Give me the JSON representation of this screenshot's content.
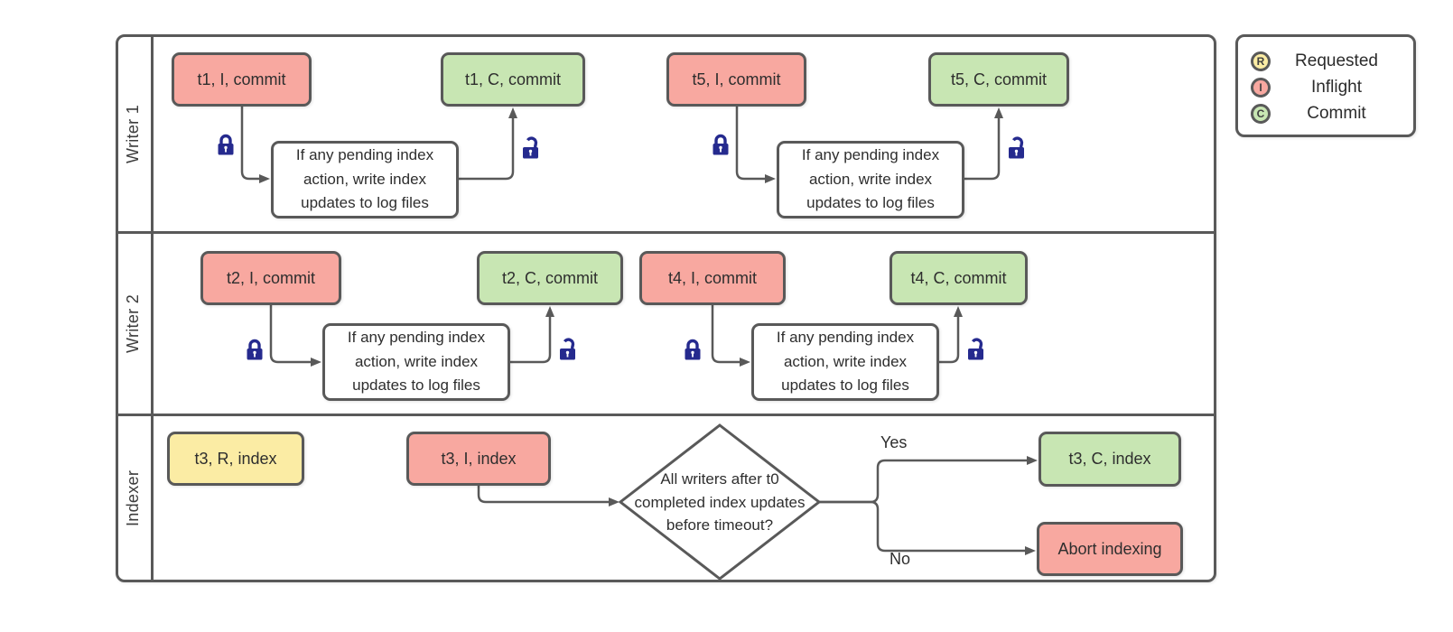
{
  "colors": {
    "line": "#595959",
    "text": "#333333",
    "lock": "#252a8e",
    "inflight": "#f8a8a0",
    "commit": "#c8e6b3",
    "requested": "#fbeca4"
  },
  "lanes": {
    "writer1": "Writer 1",
    "writer2": "Writer 2",
    "indexer": "Indexer"
  },
  "process_note": "If any pending index action, write index updates to log files",
  "nodes": {
    "t1_inflight": "t1, I, commit",
    "t1_commit": "t1, C, commit",
    "t5_inflight": "t5, I, commit",
    "t5_commit": "t5, C, commit",
    "t2_inflight": "t2, I, commit",
    "t2_commit": "t2, C, commit",
    "t4_inflight": "t4, I, commit",
    "t4_commit": "t4, C, commit",
    "t3_requested": "t3, R, index",
    "t3_inflight": "t3, I, index",
    "t3_commit": "t3, C, index",
    "abort": "Abort indexing"
  },
  "decision": {
    "question": "All writers after t0 completed index updates before timeout?",
    "yes": "Yes",
    "no": "No"
  },
  "icons": {
    "locked": "closed-padlock",
    "unlocked": "open-padlock"
  },
  "legend": {
    "items": [
      {
        "letter": "R",
        "label": "Requested",
        "color_key": "requested"
      },
      {
        "letter": "I",
        "label": "Inflight",
        "color_key": "inflight"
      },
      {
        "letter": "C",
        "label": "Commit",
        "color_key": "commit"
      }
    ]
  }
}
